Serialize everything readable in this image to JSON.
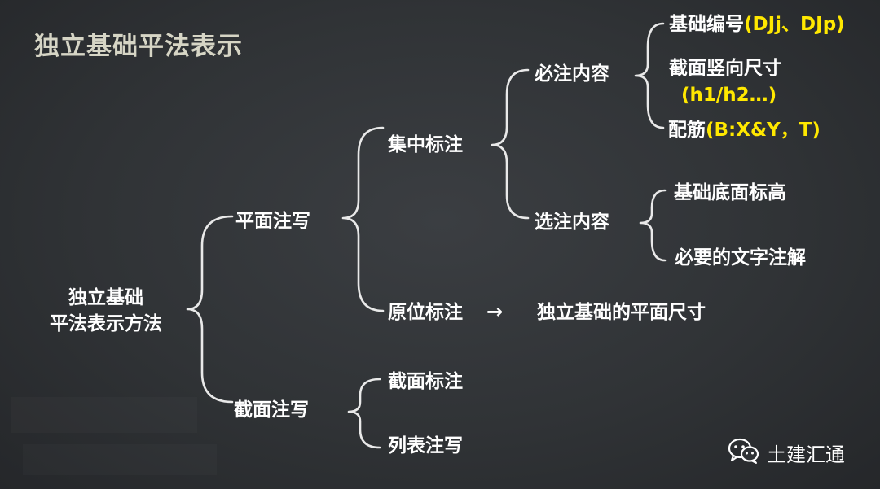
{
  "title": "独立基础平法表示",
  "root": {
    "line1": "独立基础",
    "line2": "平法表示方法"
  },
  "level1": {
    "plan": "平面注写",
    "section": "截面注写"
  },
  "plan_children": {
    "centralized": "集中标注",
    "in_situ": "原位标注"
  },
  "section_children": {
    "section_label": "截面标注",
    "list": "列表注写"
  },
  "centralized_children": {
    "required": "必注内容",
    "optional": "选注内容"
  },
  "required_items": {
    "item1_text": "基础编号",
    "item1_code": "(DJj、DJp)",
    "item2_text": "截面竖向尺寸",
    "item2_code": "(h1/h2…)",
    "item3_text": "配筋",
    "item3_code": "(B:X&Y，T)"
  },
  "optional_items": {
    "item1": "基础底面标高",
    "item2": "必要的文字注解"
  },
  "in_situ_arrow": "→",
  "in_situ_result": "独立基础的平面尺寸",
  "watermark": {
    "icon": "wechat-icon",
    "text": "土建汇通"
  },
  "colors": {
    "background": "#303336",
    "text": "#ffffff",
    "highlight": "#ffe800",
    "title": "#d6d5c5"
  }
}
